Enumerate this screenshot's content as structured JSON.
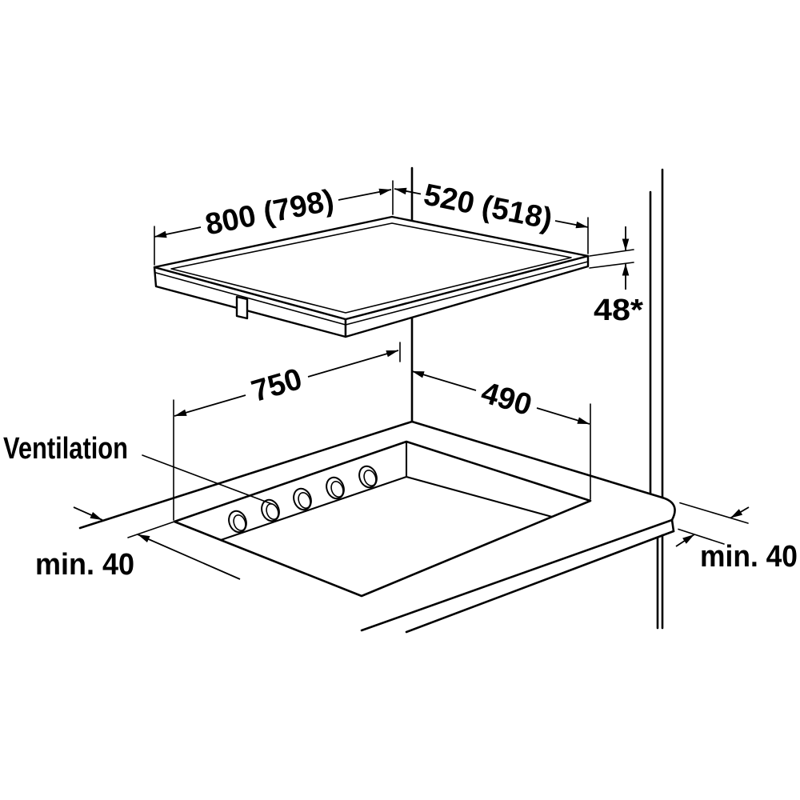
{
  "labels": {
    "hob_width": "800 (798)",
    "hob_depth": "520 (518)",
    "hob_height": "48*",
    "cutout_width": "750",
    "cutout_depth": "490",
    "ventilation": "Ventilation",
    "clearance_left": "min. 40",
    "clearance_right": "min. 40"
  },
  "colors": {
    "line": "#000000",
    "background": "#ffffff"
  }
}
